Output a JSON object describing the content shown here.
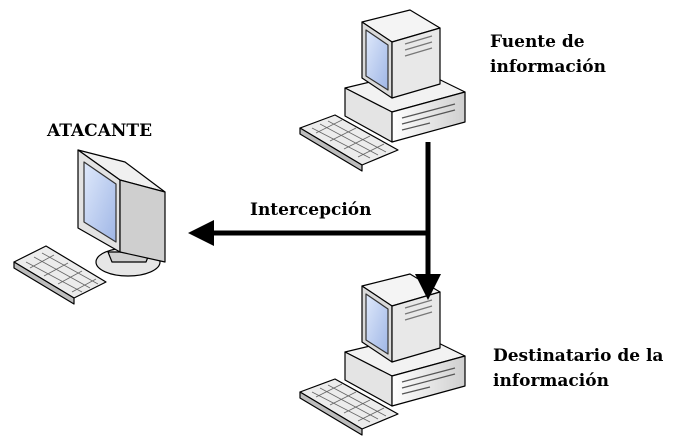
{
  "labels": {
    "source_line1": "Fuente de",
    "source_line2": "información",
    "attacker": "ATACANTE",
    "interception": "Intercepción",
    "dest_line1": "Destinatario de la",
    "dest_line2": "información"
  },
  "nodes": [
    {
      "id": "source",
      "type": "desktop-computer-with-tower"
    },
    {
      "id": "attacker",
      "type": "desktop-computer-monitor"
    },
    {
      "id": "destination",
      "type": "desktop-computer-with-tower"
    }
  ],
  "edges": [
    {
      "from": "source",
      "to": "destination",
      "style": "arrow"
    },
    {
      "from": "source",
      "to": "attacker",
      "label_ref": "interception",
      "style": "arrow"
    }
  ],
  "colors": {
    "line": "#000000",
    "screen": "#c8d8f4",
    "case": "#e9e9e9",
    "case_dark": "#b8b8b8"
  }
}
